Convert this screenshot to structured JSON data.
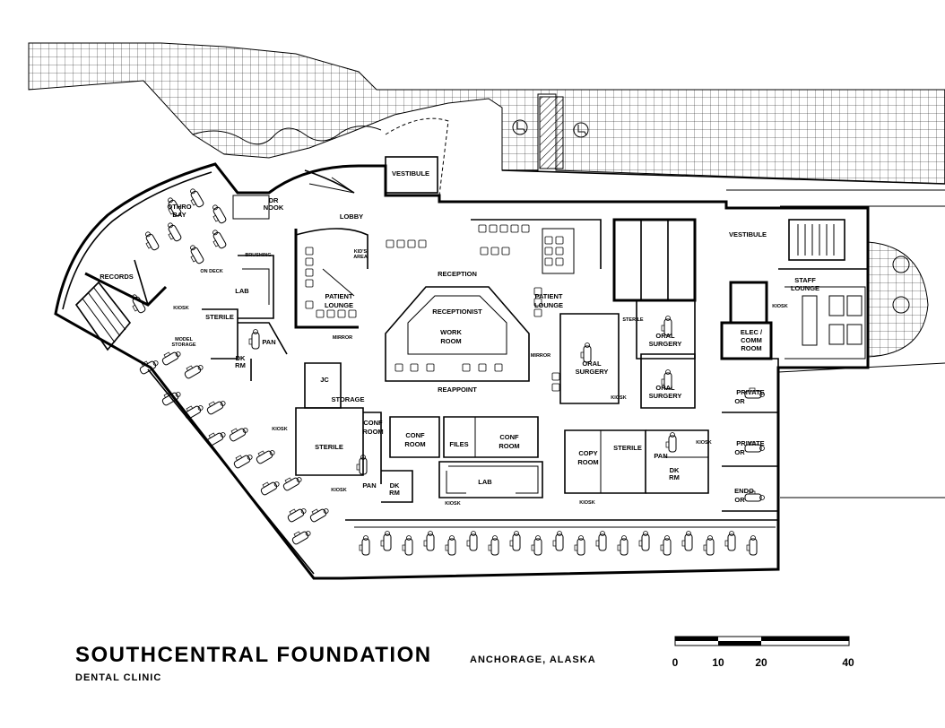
{
  "title": "SOUTHCENTRAL FOUNDATION",
  "location": "ANCHORAGE, ALASKA",
  "subtitle": "DENTAL CLINIC",
  "scale": {
    "ticks": [
      "0",
      "10",
      "20",
      "40"
    ]
  },
  "rooms": {
    "othro_bay": [
      "OTHRO",
      "BAY"
    ],
    "records": "RECORDS",
    "dr_nook": [
      "DR",
      "NOOK"
    ],
    "lobby": "LOBBY",
    "vestibule_main": "VESTIBULE",
    "vestibule_east": "VESTIBULE",
    "staff_lounge": [
      "STAFF",
      "LOUNGE"
    ],
    "brushing": "BRUSHING",
    "on_deck": "ON DECK",
    "lab_west": "LAB",
    "kiosk": "KIOSK",
    "sterile_west": "STERILE",
    "model_storage": [
      "MODEL",
      "STORAGE"
    ],
    "pan_west": "PAN",
    "dk_rm_west": [
      "DK",
      "RM"
    ],
    "kids_area": [
      "KID'S",
      "AREA"
    ],
    "patient_lounge_west": [
      "PATIENT",
      "LOUNGE"
    ],
    "mirror": "MIRROR",
    "reception": "RECEPTION",
    "receptionist": "RECEPTIONIST",
    "work_room": [
      "WORK",
      "ROOM"
    ],
    "reappoint": "REAPPOINT",
    "patient_lounge_east": [
      "PATIENT",
      "LOUNGE"
    ],
    "sterile_east": "STERILE",
    "oral_surgery_1": [
      "ORAL",
      "SURGERY"
    ],
    "oral_surgery_2": [
      "ORAL",
      "SURGERY"
    ],
    "oral_surgery_3": [
      "ORAL",
      "SURGERY"
    ],
    "elec_comm_room": [
      "ELEC /",
      "COMM",
      "ROOM"
    ],
    "private_or_1": [
      "PRIVATE",
      "OR"
    ],
    "private_or_2": [
      "PRIVATE",
      "OR"
    ],
    "endo_or": [
      "ENDO",
      "OR"
    ],
    "jc": "JC",
    "storage": "STORAGE",
    "conf_room_1": [
      "CONF",
      "ROOM"
    ],
    "sterile_center": "STERILE",
    "conf_room_2": [
      "CONF",
      "ROOM"
    ],
    "files": "FILES",
    "conf_room_3": [
      "CONF",
      "ROOM"
    ],
    "lab_center": "LAB",
    "pan_center": "PAN",
    "dk_rm_center": [
      "DK",
      "RM"
    ],
    "copy_room": [
      "COPY",
      "ROOM"
    ],
    "sterile_south": "STERILE",
    "pan_east": "PAN",
    "dk_rm_east": [
      "DK",
      "RM"
    ]
  }
}
